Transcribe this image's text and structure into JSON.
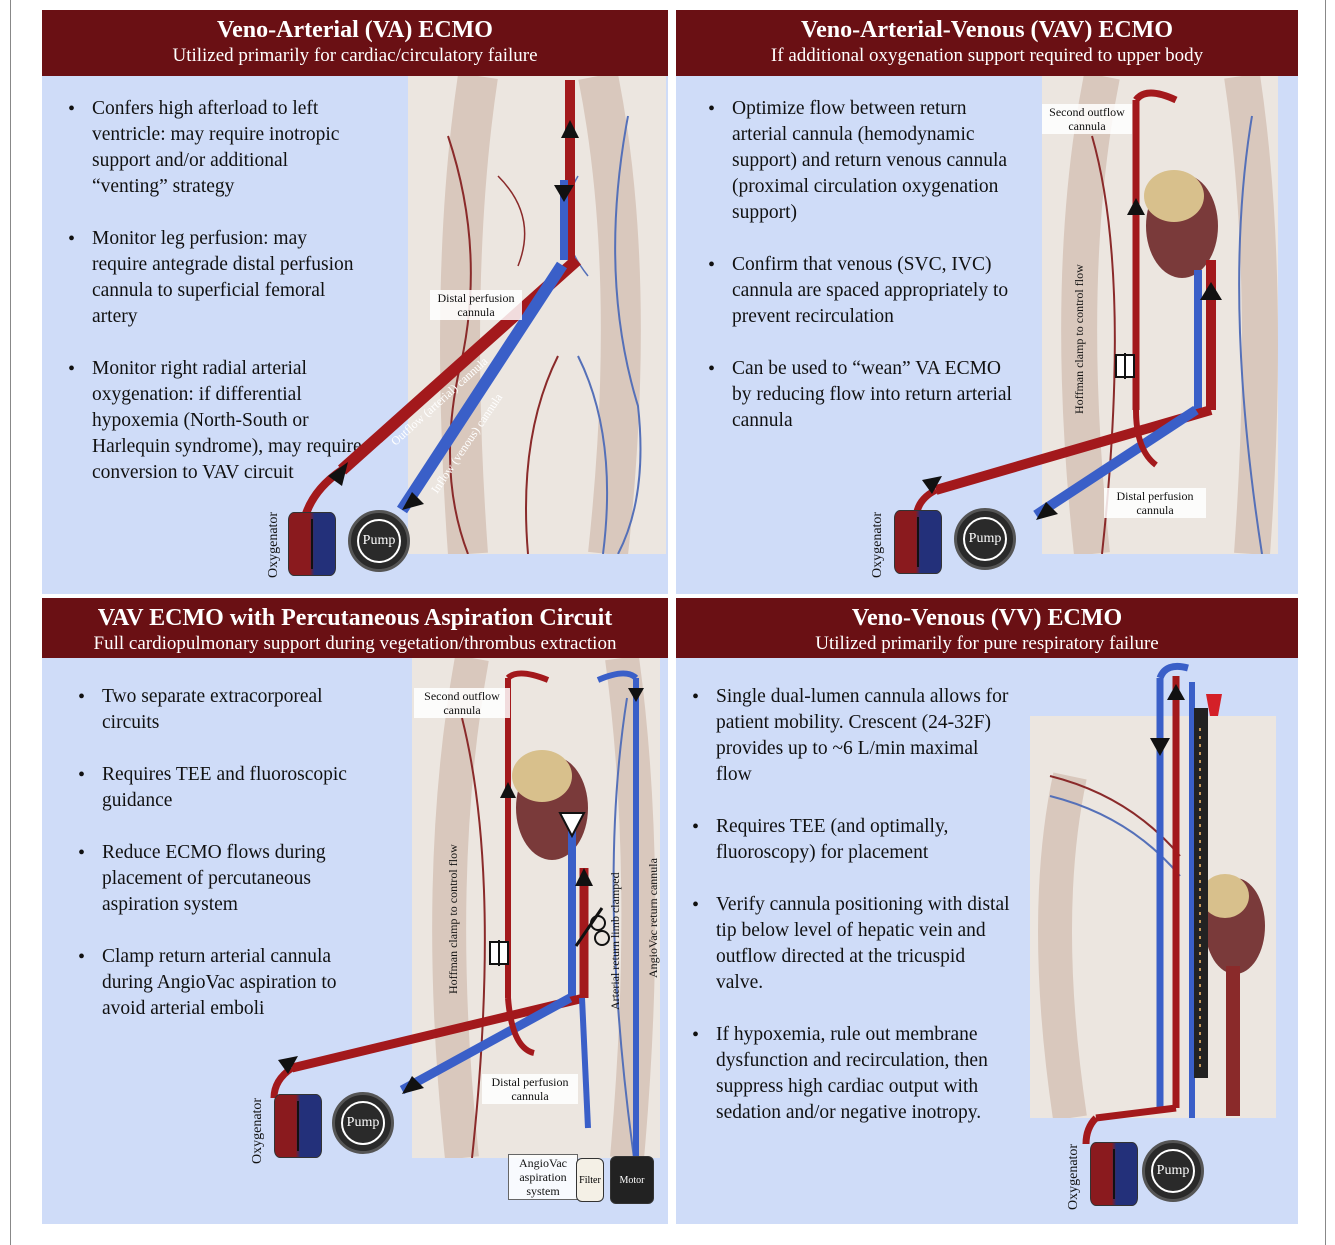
{
  "panels": {
    "va": {
      "title": "Veno-Arterial (VA) ECMO",
      "subtitle": "Utilized primarily for cardiac/circulatory failure",
      "bullets": [
        "Confers high afterload to left ventricle: may require inotropic support and/or additional “venting” strategy",
        "Monitor leg perfusion: may require antegrade distal perfusion cannula to superficial femoral artery",
        "Monitor right radial arterial oxygenation: if differential hypoxemia (North-South or Harlequin syndrome), may require conversion to VAV circuit"
      ],
      "labels": {
        "distal_perfusion": "Distal perfusion cannula",
        "outflow": "Outflow (arterial) cannula",
        "inflow": "Inflow (venous) cannula",
        "oxygenator": "Oxygenator",
        "pump": "Pump"
      }
    },
    "vav": {
      "title": "Veno-Arterial-Venous (VAV) ECMO",
      "subtitle": "If additional oxygenation support required to upper body",
      "bullets": [
        "Optimize flow between return arterial cannula (hemodynamic support) and return venous cannula (proximal circulation oxygenation support)",
        "Confirm that venous (SVC, IVC) cannula are spaced appropriately to prevent recirculation",
        "Can be used to “wean” VA ECMO by reducing flow into return arterial cannula"
      ],
      "labels": {
        "second_outflow": "Second outflow cannula",
        "hoffman": "Hoffman clamp to control flow",
        "distal_perfusion": "Distal perfusion cannula",
        "oxygenator": "Oxygenator",
        "pump": "Pump"
      }
    },
    "pac": {
      "title": "VAV ECMO with Percutaneous Aspiration Circuit",
      "subtitle": "Full cardiopulmonary support during vegetation/thrombus extraction",
      "bullets": [
        "Two separate extracorporeal circuits",
        "Requires TEE and fluoroscopic guidance",
        "Reduce ECMO flows during placement of percutaneous aspiration system",
        "Clamp return arterial cannula during AngioVac aspiration to avoid arterial emboli"
      ],
      "labels": {
        "second_outflow": "Second outflow cannula",
        "hoffman": "Hoffman clamp to control flow",
        "arterial_clamped": "Arterial return limb clamped",
        "angiovac_return": "AngioVac return cannula",
        "distal_perfusion": "Distal perfusion cannula",
        "angiovac_system": "AngioVac aspiration system",
        "filter": "Filter",
        "motor": "Motor",
        "oxygenator": "Oxygenator",
        "pump": "Pump"
      }
    },
    "vv": {
      "title": "Veno-Venous (VV) ECMO",
      "subtitle": "Utilized primarily for pure respiratory failure",
      "bullets": [
        "Single dual-lumen cannula allows for patient mobility. Crescent (24-32F) provides  up to ~6 L/min maximal flow",
        "Requires TEE (and optimally, fluoroscopy) for placement",
        "Verify cannula positioning with distal tip below level of hepatic vein and outflow directed at the tricuspid valve.",
        "If hypoxemia, rule out membrane dysfunction and recirculation, then suppress high cardiac output with sedation and/or negative inotropy."
      ],
      "labels": {
        "oxygenator": "Oxygenator",
        "pump": "Pump"
      }
    }
  },
  "colors": {
    "banner": "#6a1014",
    "panel_bg": "#cfdcf8",
    "arterial": "#a3191c",
    "venous": "#3a5fc8"
  }
}
